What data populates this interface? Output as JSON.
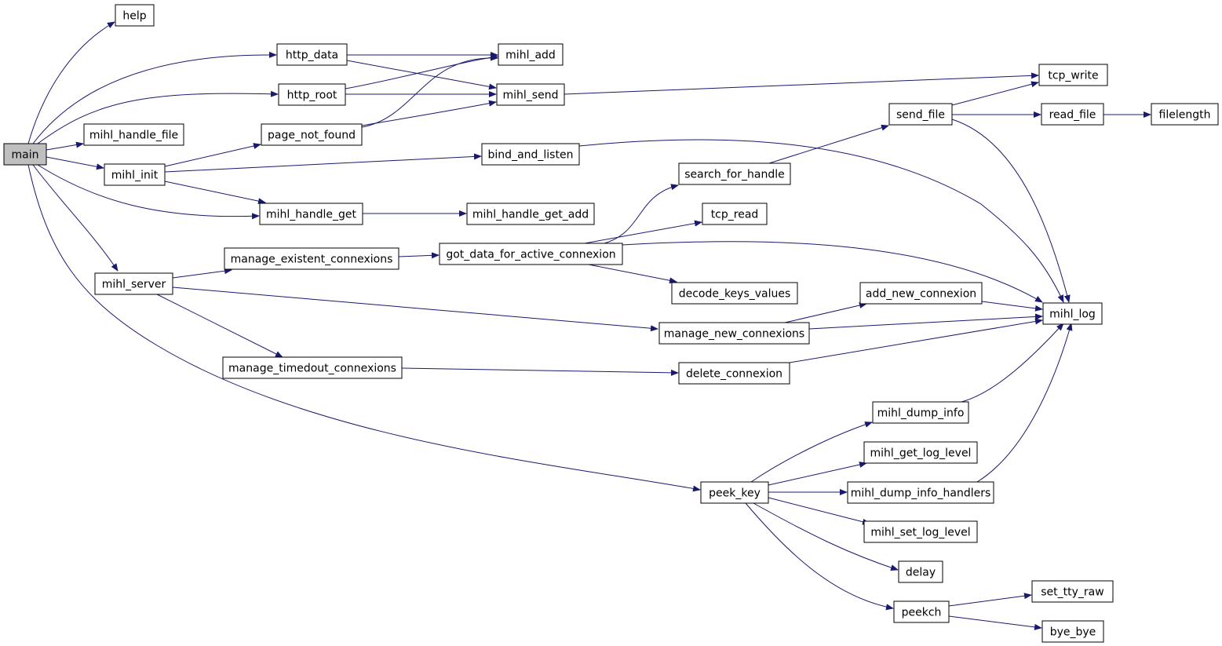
{
  "graph": {
    "edge_color": "#191970",
    "root_fill": "#bfbfbf",
    "nodes": [
      {
        "id": "main",
        "label": "main",
        "root": true
      },
      {
        "id": "help",
        "label": "help"
      },
      {
        "id": "http_data",
        "label": "http_data"
      },
      {
        "id": "mihl_add",
        "label": "mihl_add"
      },
      {
        "id": "http_root",
        "label": "http_root"
      },
      {
        "id": "mihl_send",
        "label": "mihl_send"
      },
      {
        "id": "tcp_write",
        "label": "tcp_write"
      },
      {
        "id": "mihl_handle_file",
        "label": "mihl_handle_file"
      },
      {
        "id": "page_not_found",
        "label": "page_not_found"
      },
      {
        "id": "send_file",
        "label": "send_file"
      },
      {
        "id": "read_file",
        "label": "read_file"
      },
      {
        "id": "filelength",
        "label": "filelength"
      },
      {
        "id": "mihl_init",
        "label": "mihl_init"
      },
      {
        "id": "bind_and_listen",
        "label": "bind_and_listen"
      },
      {
        "id": "search_for_handle",
        "label": "search_for_handle"
      },
      {
        "id": "mihl_handle_get",
        "label": "mihl_handle_get"
      },
      {
        "id": "mihl_handle_get_add",
        "label": "mihl_handle_get_add"
      },
      {
        "id": "tcp_read",
        "label": "tcp_read"
      },
      {
        "id": "manage_existent_connexions",
        "label": "manage_existent_connexions"
      },
      {
        "id": "got_data_for_active_connexion",
        "label": "got_data_for_active_connexion"
      },
      {
        "id": "mihl_server",
        "label": "mihl_server"
      },
      {
        "id": "decode_keys_values",
        "label": "decode_keys_values"
      },
      {
        "id": "add_new_connexion",
        "label": "add_new_connexion"
      },
      {
        "id": "mihl_log",
        "label": "mihl_log"
      },
      {
        "id": "manage_new_connexions",
        "label": "manage_new_connexions"
      },
      {
        "id": "manage_timedout_connexions",
        "label": "manage_timedout_connexions"
      },
      {
        "id": "delete_connexion",
        "label": "delete_connexion"
      },
      {
        "id": "mihl_dump_info",
        "label": "mihl_dump_info"
      },
      {
        "id": "mihl_get_log_level",
        "label": "mihl_get_log_level"
      },
      {
        "id": "peek_key",
        "label": "peek_key"
      },
      {
        "id": "mihl_dump_info_handlers",
        "label": "mihl_dump_info_handlers"
      },
      {
        "id": "mihl_set_log_level",
        "label": "mihl_set_log_level"
      },
      {
        "id": "delay",
        "label": "delay"
      },
      {
        "id": "peekch",
        "label": "peekch"
      },
      {
        "id": "set_tty_raw",
        "label": "set_tty_raw"
      },
      {
        "id": "bye_bye",
        "label": "bye_bye"
      }
    ],
    "edges": [
      [
        "main",
        "help"
      ],
      [
        "main",
        "http_data"
      ],
      [
        "main",
        "http_root"
      ],
      [
        "main",
        "mihl_handle_file"
      ],
      [
        "main",
        "mihl_init"
      ],
      [
        "main",
        "mihl_handle_get"
      ],
      [
        "main",
        "mihl_server"
      ],
      [
        "main",
        "peek_key"
      ],
      [
        "http_data",
        "mihl_add"
      ],
      [
        "http_data",
        "mihl_send"
      ],
      [
        "http_root",
        "mihl_add"
      ],
      [
        "http_root",
        "mihl_send"
      ],
      [
        "page_not_found",
        "mihl_add"
      ],
      [
        "page_not_found",
        "mihl_send"
      ],
      [
        "mihl_send",
        "tcp_write"
      ],
      [
        "mihl_init",
        "page_not_found"
      ],
      [
        "mihl_init",
        "bind_and_listen"
      ],
      [
        "mihl_init",
        "mihl_handle_get"
      ],
      [
        "bind_and_listen",
        "mihl_log"
      ],
      [
        "mihl_handle_get",
        "mihl_handle_get_add"
      ],
      [
        "mihl_server",
        "manage_existent_connexions"
      ],
      [
        "mihl_server",
        "manage_new_connexions"
      ],
      [
        "mihl_server",
        "manage_timedout_connexions"
      ],
      [
        "manage_existent_connexions",
        "got_data_for_active_connexion"
      ],
      [
        "got_data_for_active_connexion",
        "search_for_handle"
      ],
      [
        "got_data_for_active_connexion",
        "tcp_read"
      ],
      [
        "got_data_for_active_connexion",
        "decode_keys_values"
      ],
      [
        "got_data_for_active_connexion",
        "mihl_log"
      ],
      [
        "search_for_handle",
        "send_file"
      ],
      [
        "send_file",
        "tcp_write"
      ],
      [
        "send_file",
        "read_file"
      ],
      [
        "send_file",
        "mihl_log"
      ],
      [
        "read_file",
        "filelength"
      ],
      [
        "manage_new_connexions",
        "add_new_connexion"
      ],
      [
        "manage_new_connexions",
        "mihl_log"
      ],
      [
        "add_new_connexion",
        "mihl_log"
      ],
      [
        "manage_timedout_connexions",
        "delete_connexion"
      ],
      [
        "delete_connexion",
        "mihl_log"
      ],
      [
        "peek_key",
        "mihl_dump_info"
      ],
      [
        "peek_key",
        "mihl_get_log_level"
      ],
      [
        "peek_key",
        "mihl_dump_info_handlers"
      ],
      [
        "peek_key",
        "mihl_set_log_level"
      ],
      [
        "peek_key",
        "delay"
      ],
      [
        "peek_key",
        "peekch"
      ],
      [
        "mihl_dump_info",
        "mihl_log"
      ],
      [
        "mihl_dump_info_handlers",
        "mihl_log"
      ],
      [
        "peekch",
        "set_tty_raw"
      ],
      [
        "peekch",
        "bye_bye"
      ]
    ]
  }
}
